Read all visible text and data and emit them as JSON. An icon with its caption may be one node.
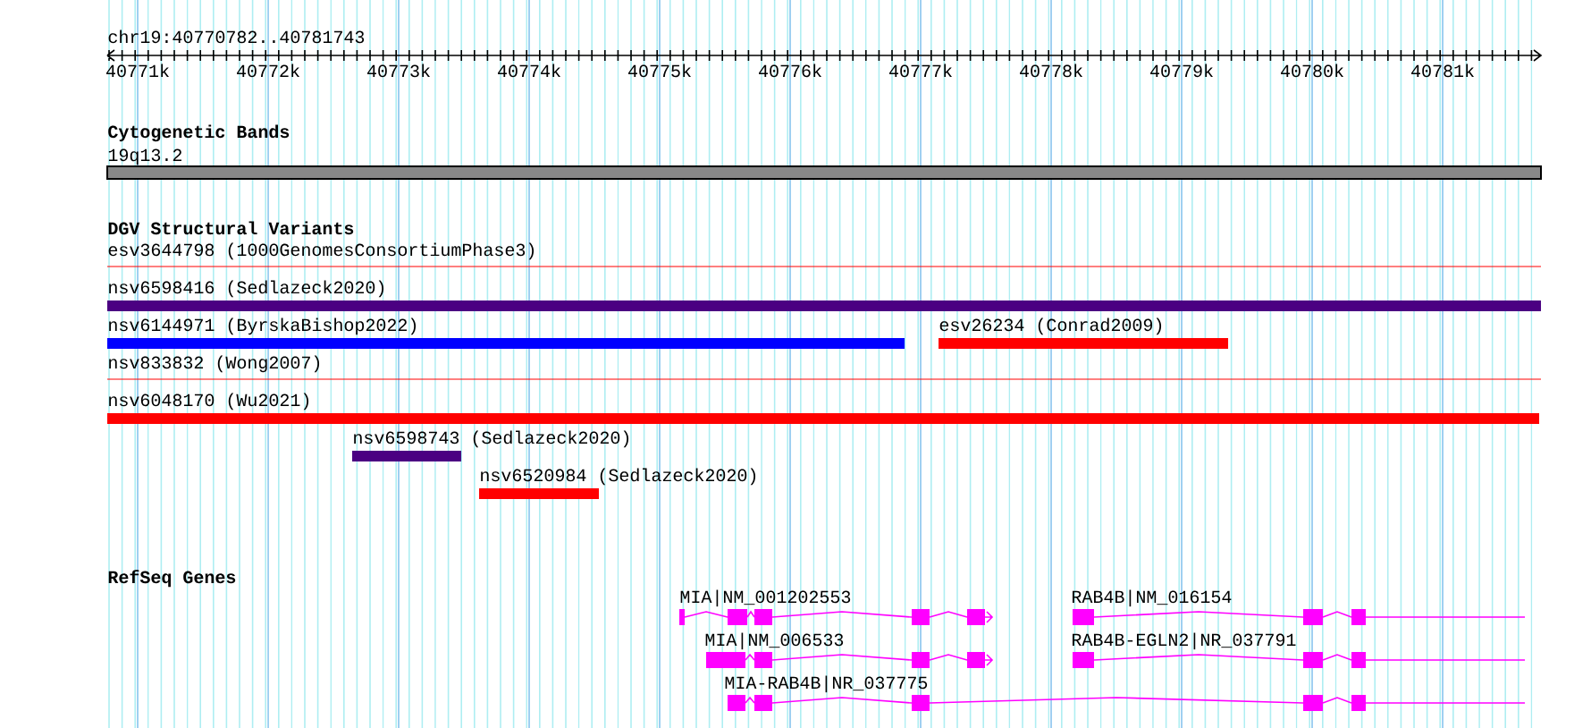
{
  "diagram": {
    "labels": [
      "chr19:40770782..40781743",
      "40771k",
      "40772k",
      "40773k",
      "40774k",
      "40775k",
      "40776k",
      "40777k",
      "40778k",
      "40779k",
      "40780k",
      "40781k",
      "Cytogenetic Bands",
      "19q13.2",
      "DGV Structural Variants",
      "esv3644798 (1000GenomesConsortiumPhase3)",
      "nsv6598416 (Sedlazeck2020)",
      "nsv6144971 (ByrskaBishop2022)",
      "esv26234 (Conrad2009)",
      "nsv833832 (Wong2007)",
      "nsv6048170 (Wu2021)",
      "nsv6598743 (Sedlazeck2020)",
      "nsv6520984 (Sedlazeck2020)",
      "RefSeq Genes",
      "MIA|NM_001202553",
      "RAB4B|NM_016154",
      "MIA|NM_006533",
      "RAB4B-EGLN2|NR_037791",
      "MIA-RAB4B|NR_037775"
    ]
  }
}
